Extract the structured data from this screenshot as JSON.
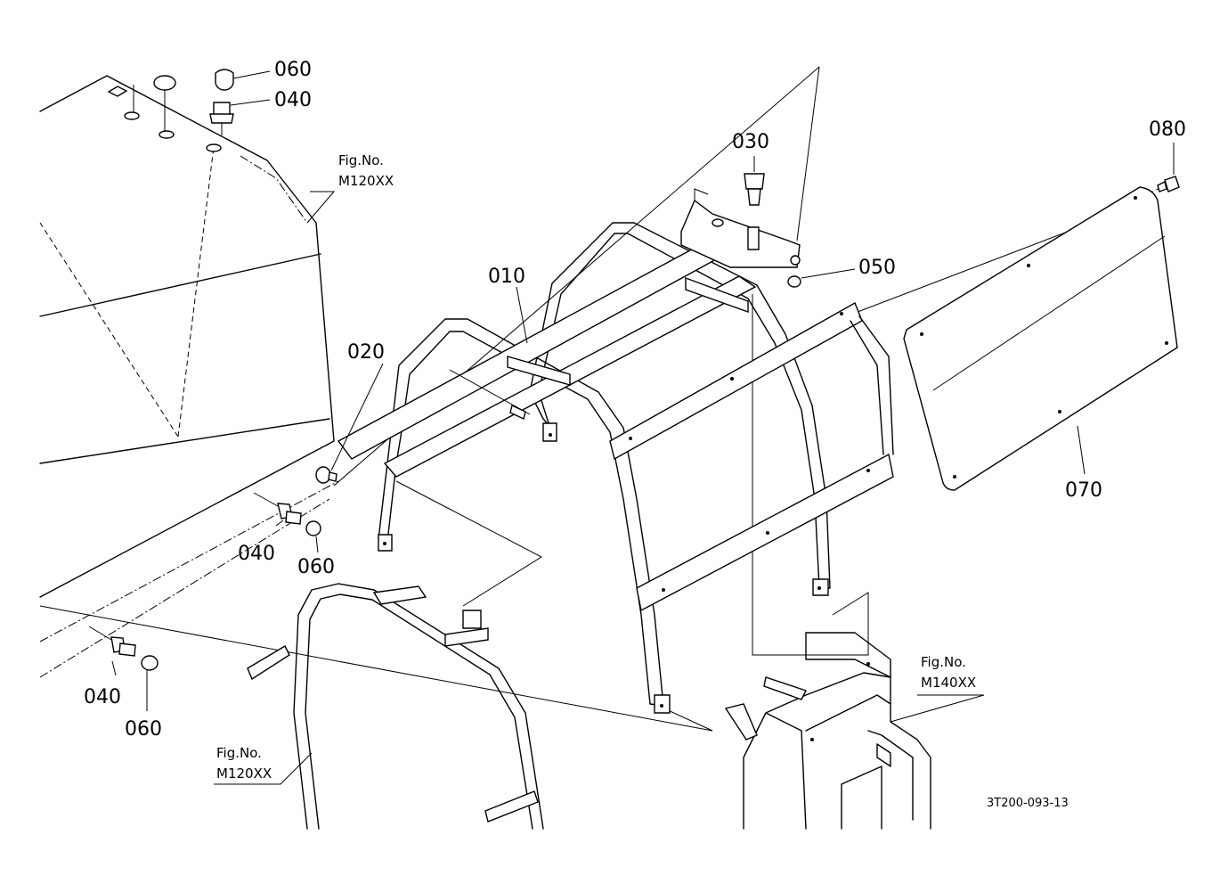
{
  "callouts": {
    "p060_top": "060",
    "p040_top": "040",
    "p030": "030",
    "p080": "080",
    "p010": "010",
    "p050": "050",
    "p020": "020",
    "p040_mid": "040",
    "p060_mid": "060",
    "p070": "070",
    "p040_bot": "040",
    "p060_bot": "060"
  },
  "figure_refs": [
    {
      "label": "Fig.No.",
      "code": "M120XX"
    },
    {
      "label": "Fig.No.",
      "code": "M140XX"
    },
    {
      "label": "Fig.No.",
      "code": "M120XX"
    }
  ],
  "drawing_code": "3T200-093-13"
}
